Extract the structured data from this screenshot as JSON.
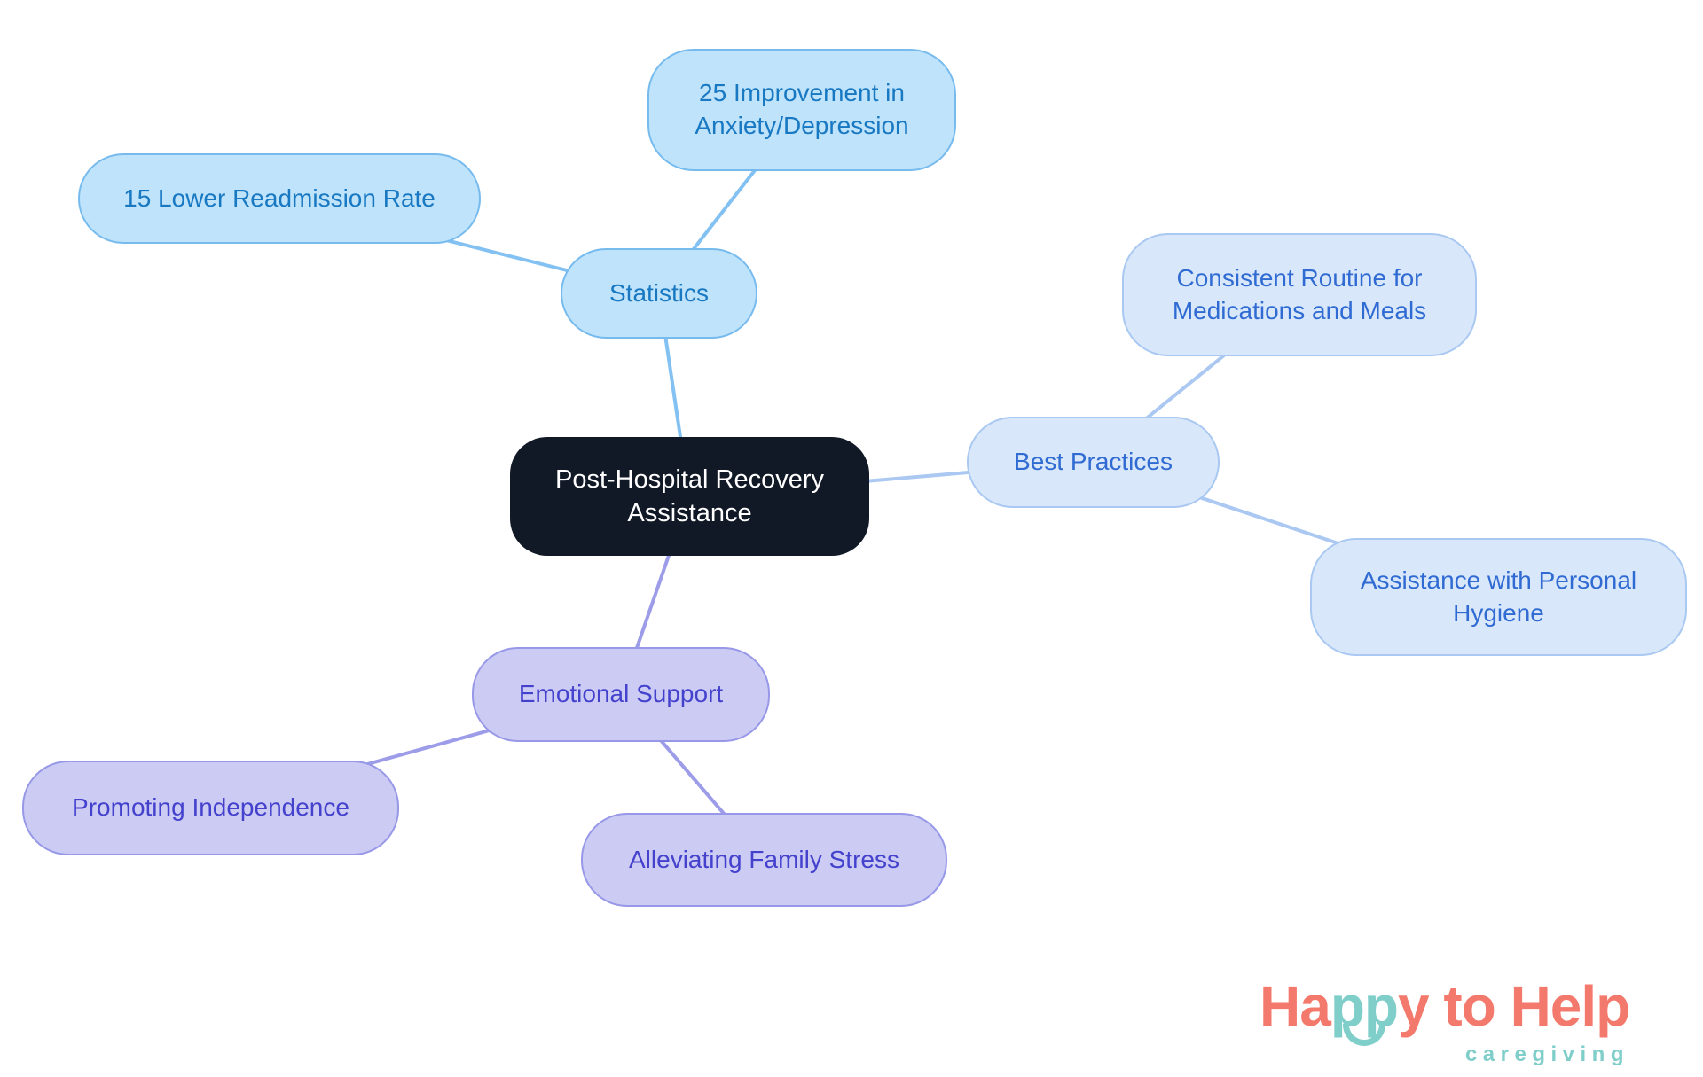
{
  "page": {
    "background": "#FFFFFF"
  },
  "mindmap": {
    "root": {
      "label": "Post-Hospital Recovery Assistance",
      "fill": "#121926",
      "text_color": "#FFFFFF"
    },
    "branches": [
      {
        "id": "statistics",
        "label": "Statistics",
        "fill": "#BEE3FA",
        "border": "#77BBEE",
        "text_color": "#1878C2",
        "edge_color": "#82C1F1",
        "children": [
          {
            "id": "stat-child-1",
            "label": "15 Lower Readmission Rate"
          },
          {
            "id": "stat-child-2",
            "label": "25 Improvement in Anxiety/Depression"
          }
        ]
      },
      {
        "id": "best-practices",
        "label": "Best Practices",
        "fill": "#D9E7FA",
        "border": "#A9C8F2",
        "text_color": "#2F6BD2",
        "edge_color": "#AAC8F2",
        "children": [
          {
            "id": "bp-child-1",
            "label": "Consistent Routine for Medications and Meals"
          },
          {
            "id": "bp-child-2",
            "label": "Assistance with Personal Hygiene"
          }
        ]
      },
      {
        "id": "emotional-support",
        "label": "Emotional Support",
        "fill": "#CBCBF4",
        "border": "#9898E8",
        "text_color": "#4441CD",
        "edge_color": "#9C9CE9",
        "children": [
          {
            "id": "es-child-1",
            "label": "Promoting Independence"
          },
          {
            "id": "es-child-2",
            "label": "Alleviating Family Stress"
          }
        ]
      }
    ]
  },
  "logo": {
    "wordmark_part1": "Ha",
    "wordmark_part2": "pp",
    "wordmark_part3": "y to Help",
    "tagline": "caregiving",
    "coral": "#F3796C",
    "teal": "#7FCECA"
  }
}
